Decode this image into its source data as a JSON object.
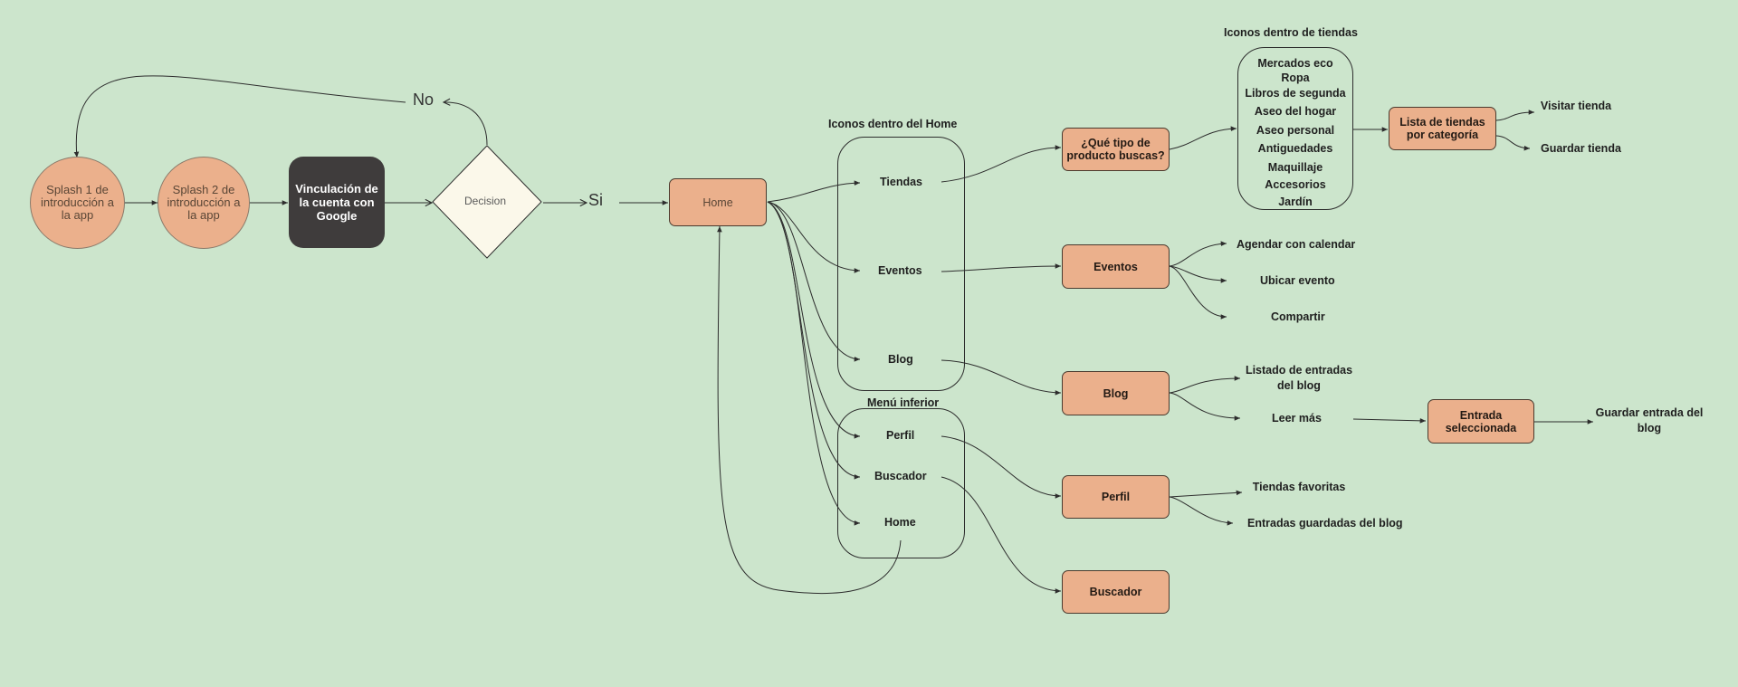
{
  "colors": {
    "background": "#cce5cc",
    "orange_node": "#ebb08c",
    "dark_node": "#3f3c3c",
    "decision_fill": "#fbf8ea",
    "stroke": "#2d2d2d"
  },
  "nodes": {
    "splash1": "Splash 1 de introducción a la app",
    "splash2": "Splash 2 de introducción a la app",
    "google": "Vinculación de la cuenta con Google",
    "decision": "Decision",
    "no": "No",
    "si": "Si",
    "home": "Home",
    "que_tipo": "¿Qué tipo de producto buscas?",
    "eventos": "Eventos",
    "blog": "Blog",
    "perfil": "Perfil",
    "buscador": "Buscador",
    "lista_tiendas": "Lista de tiendas por categoría",
    "entrada_seleccionada": "Entrada seleccionada"
  },
  "home_icons": {
    "title": "Iconos dentro del Home",
    "items": [
      "Tiendas",
      "Eventos",
      "Blog"
    ]
  },
  "bottom_menu": {
    "title": "Menú inferior",
    "items": [
      "Perfil",
      "Buscador",
      "Home"
    ]
  },
  "store_icons": {
    "title": "Iconos dentro de tiendas",
    "items": [
      "Mercados eco",
      "Ropa",
      "Libros de segunda",
      "Aseo del hogar",
      "Aseo personal",
      "Antiguedades",
      "Maquillaje",
      "Accesorios",
      "Jardín"
    ]
  },
  "leaf_labels": {
    "visitar_tienda": "Visitar tienda",
    "guardar_tienda": "Guardar tienda",
    "agendar": "Agendar con calendar",
    "ubicar": "Ubicar evento",
    "compartir": "Compartir",
    "listado": "Listado de entradas del blog",
    "leer_mas": "Leer más",
    "guardar_entrada": "Guardar entrada del blog",
    "tiendas_favoritas": "Tiendas favoritas",
    "entradas_guardadas": "Entradas guardadas del blog"
  }
}
